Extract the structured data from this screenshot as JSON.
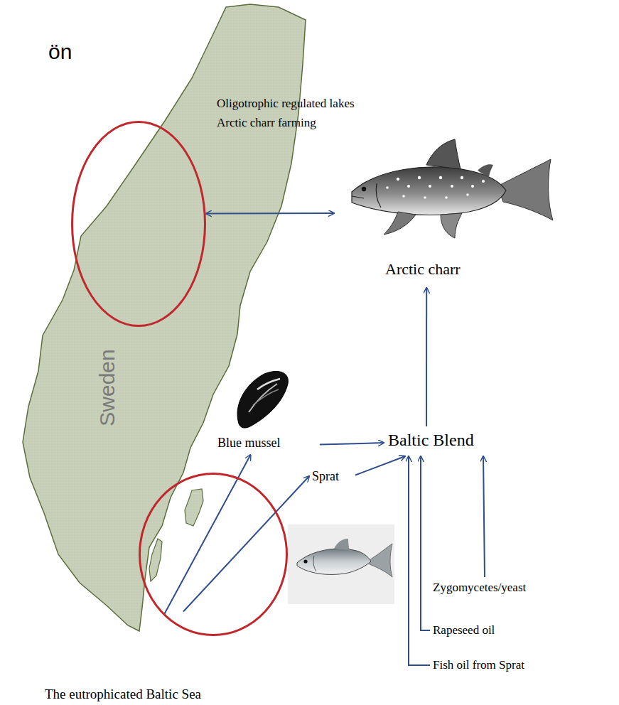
{
  "diagram": {
    "nodes": [
      {
        "text": [
          "Oligotrophic regulated lakes Arctic charr farming"
        ]
      },
      {
        "text": [
          "Arctic charr"
        ]
      },
      {
        "text": [
          "Blue mussel"
        ]
      },
      {
        "text": [
          "Baltic Blend"
        ]
      },
      {
        "text": [
          "Sprat"
        ]
      },
      {
        "text": [
          "Zygomycetes/yeast"
        ]
      },
      {
        "text": [
          "Rapeseed oil"
        ]
      },
      {
        "text": [
          "Fish oil from Sprat"
        ]
      },
      {
        "text": [
          "The eutrophicated Baltic Sea"
        ]
      }
    ],
    "edges": [
      {
        "from": 0,
        "to": 1,
        "arrow": "both"
      },
      {
        "from": 3,
        "to": 1,
        "arrow": "to"
      },
      {
        "from": 2,
        "to": 3,
        "arrow": "to"
      },
      {
        "from": 4,
        "to": 3,
        "arrow": "to"
      },
      {
        "from": 5,
        "to": 3,
        "arrow": "to"
      },
      {
        "from": 6,
        "to": 3,
        "arrow": "to"
      },
      {
        "from": 7,
        "to": 3,
        "arrow": "to"
      },
      {
        "from": 8,
        "to": 2,
        "arrow": "to"
      },
      {
        "from": 8,
        "to": 4,
        "arrow": "to"
      }
    ],
    "labels": [
      "ön",
      "Sweden"
    ]
  }
}
